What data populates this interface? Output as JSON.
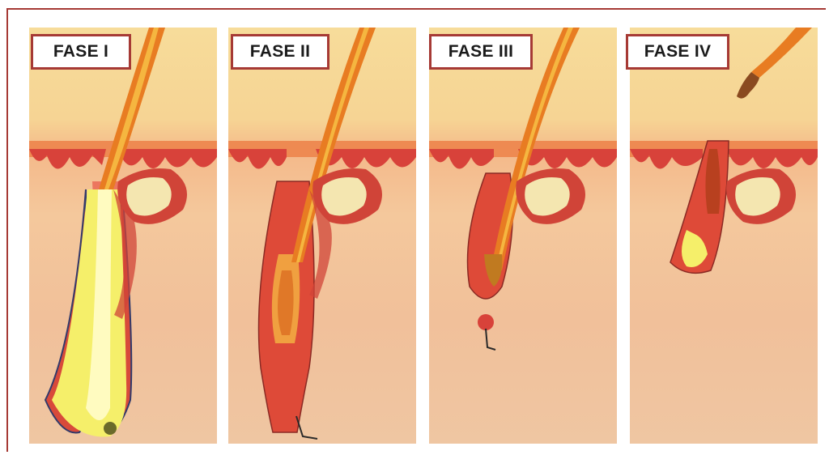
{
  "phases": [
    {
      "label": "FASE I"
    },
    {
      "label": "FASE II"
    },
    {
      "label": "FASE III"
    },
    {
      "label": "FASE IV"
    }
  ]
}
